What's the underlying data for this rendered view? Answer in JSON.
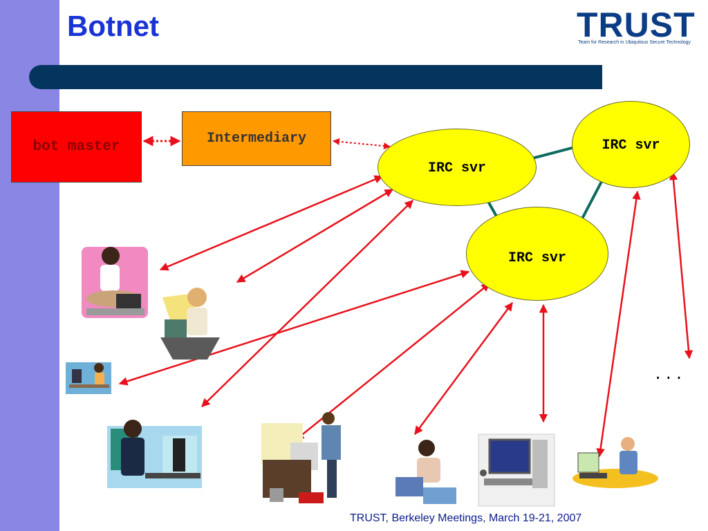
{
  "slide": {
    "title": "Botnet",
    "footer": "TRUST, Berkeley Meetings, March 19-21, 2007"
  },
  "logo": {
    "word": "TRUST",
    "tagline": "Team for Research in Ubiquitous Secure Technology"
  },
  "nodes": {
    "bot_master": "bot master",
    "intermediary": "Intermediary",
    "irc_server_1": "IRC svr",
    "irc_server_2": "IRC svr",
    "irc_server_3": "IRC svr"
  },
  "more_indicator": "...",
  "icons": [
    "woman-laptop-icon",
    "woman-desk-computer-icon",
    "man-desk-computer-icon",
    "man-office-computer-icon",
    "man-workbench-icon",
    "woman-laptop-small-icon",
    "desktop-computer-icon",
    "man-computer-couch-icon"
  ],
  "colors": {
    "bot_master": "#ff0000",
    "intermediary": "#ff9900",
    "irc_server": "#ffff00",
    "bot_link": "#e8101a",
    "server_link": "#0d6b5e",
    "title": "#1a33d6",
    "title_bar": "#04355f",
    "sidebar": "#8a86e3"
  }
}
